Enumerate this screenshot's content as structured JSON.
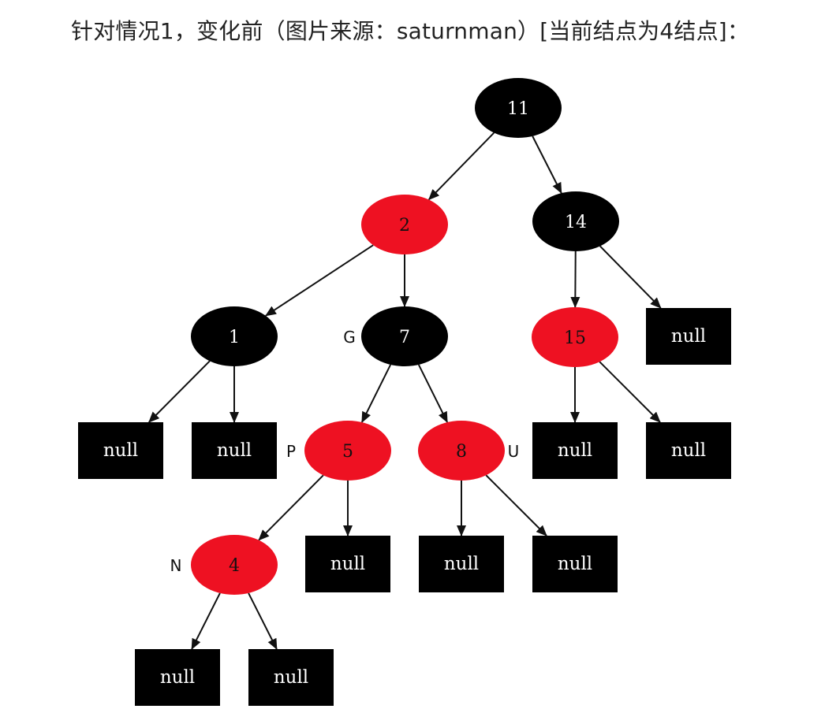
{
  "caption": "针对情况1，变化前（图片来源：saturnman）[当前结点为4结点]：",
  "colors": {
    "black": "#000000",
    "red": "#ee1122",
    "edge": "#111111"
  },
  "tree": {
    "nodes": [
      {
        "id": "n11",
        "label": "11",
        "color": "black"
      },
      {
        "id": "n2",
        "label": "2",
        "color": "red"
      },
      {
        "id": "n14",
        "label": "14",
        "color": "black"
      },
      {
        "id": "n1",
        "label": "1",
        "color": "black"
      },
      {
        "id": "n7",
        "label": "7",
        "color": "black",
        "side_label": "G"
      },
      {
        "id": "n15",
        "label": "15",
        "color": "red"
      },
      {
        "id": "n5",
        "label": "5",
        "color": "red",
        "side_label": "P"
      },
      {
        "id": "n8",
        "label": "8",
        "color": "red",
        "side_label": "U"
      },
      {
        "id": "n4",
        "label": "4",
        "color": "red",
        "side_label": "N"
      }
    ],
    "null_label": "null",
    "edges": [
      [
        "n11",
        "n2"
      ],
      [
        "n11",
        "n14"
      ],
      [
        "n2",
        "n1"
      ],
      [
        "n2",
        "n7"
      ],
      [
        "n14",
        "n15"
      ],
      [
        "n14",
        "null14r"
      ],
      [
        "n1",
        "null1l"
      ],
      [
        "n1",
        "null1r"
      ],
      [
        "n7",
        "n5"
      ],
      [
        "n7",
        "n8"
      ],
      [
        "n15",
        "null15l"
      ],
      [
        "n15",
        "null15r"
      ],
      [
        "n5",
        "n4"
      ],
      [
        "n5",
        "null5r"
      ],
      [
        "n8",
        "null8l"
      ],
      [
        "n8",
        "null8r"
      ],
      [
        "n4",
        "null4l"
      ],
      [
        "n4",
        "null4r"
      ]
    ]
  }
}
